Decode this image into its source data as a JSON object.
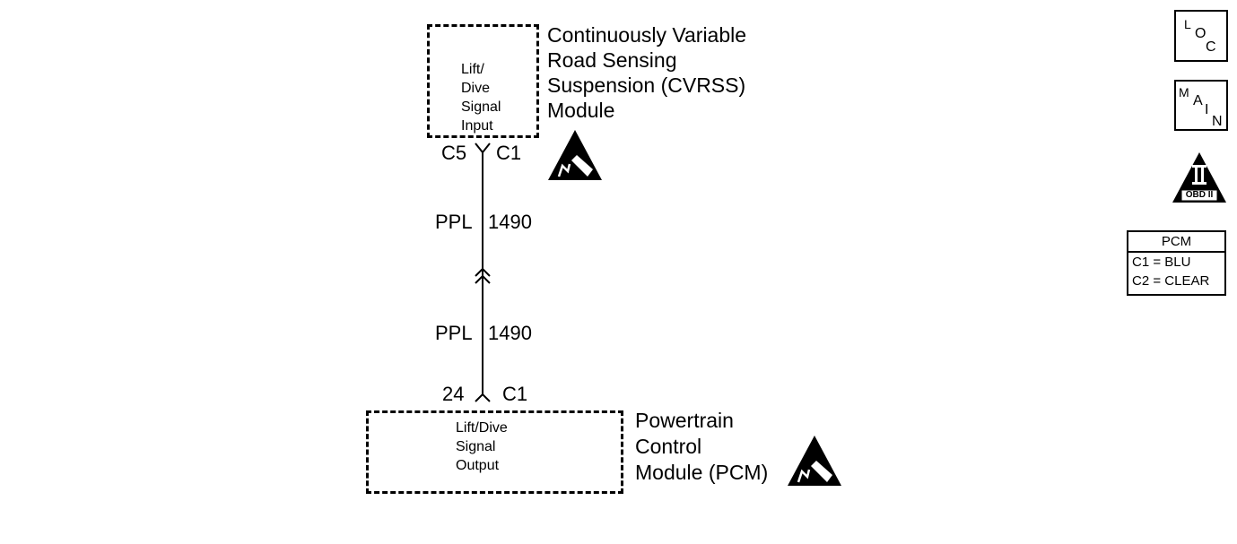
{
  "cvrss_module": {
    "title_lines": [
      "Continuously Variable",
      "Road Sensing",
      "Suspension (CVRSS)",
      "Module"
    ],
    "pin_lines": [
      "Lift/",
      "Dive",
      "Signal",
      "Input"
    ],
    "pin": "C5",
    "connector": "C1"
  },
  "wire_upper": {
    "color": "PPL",
    "circuit": "1490"
  },
  "wire_lower": {
    "color": "PPL",
    "circuit": "1490"
  },
  "pcm_module": {
    "title_lines": [
      "Powertrain",
      "Control",
      "Module (PCM)"
    ],
    "pin_lines": [
      "Lift/Dive",
      "Signal",
      "Output"
    ],
    "pin": "24",
    "connector": "C1"
  },
  "icons": {
    "loc": {
      "l": "L",
      "o": "O",
      "c": "C"
    },
    "main": {
      "m": "M",
      "a": "A",
      "i": "I",
      "n": "N"
    },
    "obd": {
      "numeral": "II",
      "label": "OBD II"
    },
    "esd_icon_name": "esd-warning-icon"
  },
  "connector_legend": {
    "title": "PCM",
    "rows": [
      "C1 = BLU",
      "C2 = CLEAR"
    ]
  }
}
